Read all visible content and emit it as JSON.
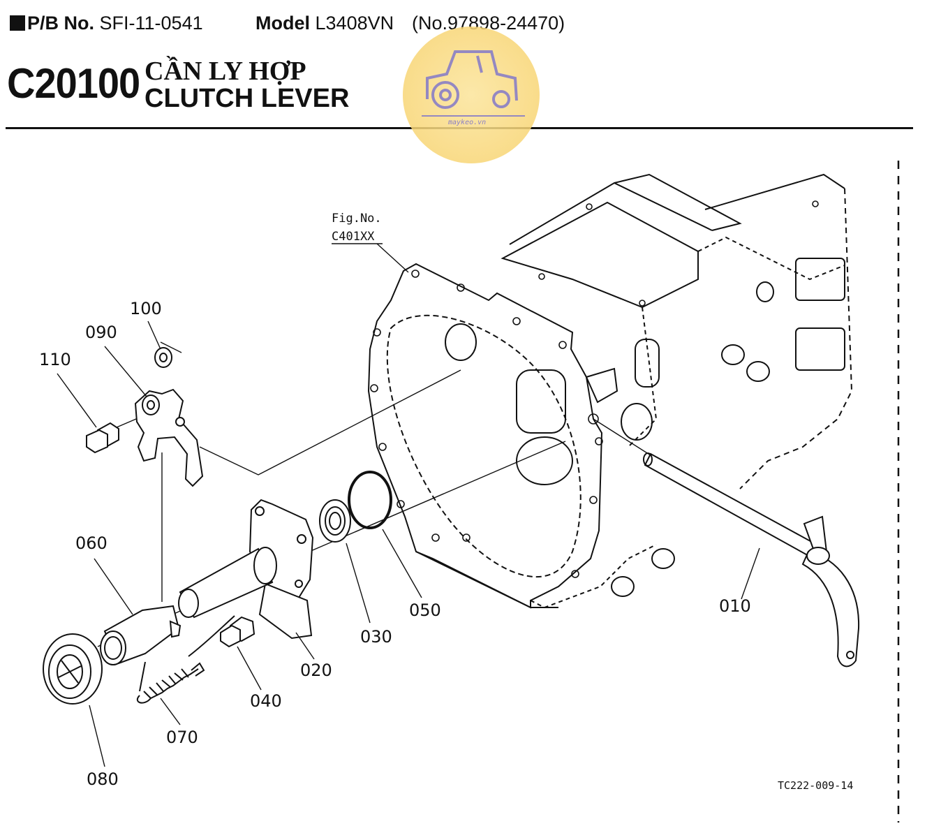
{
  "header": {
    "pb_label": "P/B No.",
    "pb_value": "SFI-11-0541",
    "model_label": "Model",
    "model_value": "L3408VN",
    "serial": "(No.97898-24470)"
  },
  "title": {
    "code": "C20100",
    "vietnamese": "CẦN LY HỢP",
    "english": "CLUTCH LEVER"
  },
  "logo": {
    "text": "maykeo.vn",
    "icon": "tractor-icon"
  },
  "reference": {
    "fig_label": "Fig.No.",
    "fig_value": "C401XX"
  },
  "parts": [
    {
      "num": "100"
    },
    {
      "num": "090"
    },
    {
      "num": "110"
    },
    {
      "num": "060"
    },
    {
      "num": "080"
    },
    {
      "num": "070"
    },
    {
      "num": "040"
    },
    {
      "num": "020"
    },
    {
      "num": "030"
    },
    {
      "num": "050"
    },
    {
      "num": "010"
    }
  ],
  "drawing_code": "TC222-009-14"
}
